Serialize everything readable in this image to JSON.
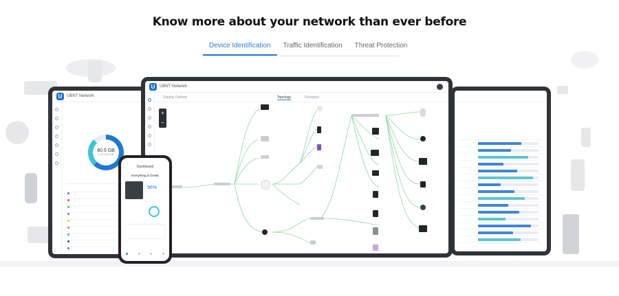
{
  "headline": "Know more about your network than ever before",
  "tabs": [
    {
      "label": "Device Identification",
      "active": true
    },
    {
      "label": "Traffic Identification",
      "active": false
    },
    {
      "label": "Threat Protection",
      "active": false
    }
  ],
  "tablet_main": {
    "logo_letter": "U",
    "app_name": "UBNT Network",
    "display_label": "Display Options",
    "view_tabs": [
      "Topology",
      "Floorplan"
    ],
    "zoom_in": "+",
    "zoom_out": "−"
  },
  "tablet_left": {
    "logo_letter": "U",
    "app_name": "UBNT Network",
    "donut_value": "80.5 GB",
    "donut_sub": "1.45 / 80.5 GB"
  },
  "phone": {
    "screen_title": "Dashboard",
    "status": "Everything is Great!",
    "percent": "96%"
  },
  "colors": {
    "accent": "#2f7bd2",
    "link_green": "#8fd8a5",
    "donut_blue": "#1f78d1",
    "donut_teal": "#39c6d6",
    "bar_blue": "#3d86d6",
    "bar_teal": "#5bc6cf"
  }
}
